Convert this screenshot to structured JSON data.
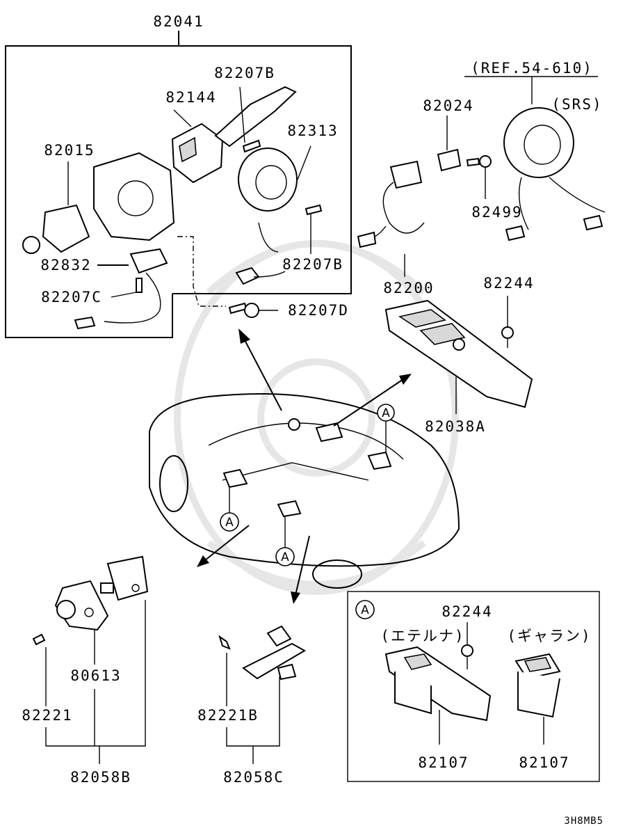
{
  "diagram": {
    "labels": {
      "p82041": "82041",
      "p82207B_top": "82207B",
      "p82144": "82144",
      "p82313": "82313",
      "p82015": "82015",
      "p82832": "82832",
      "p82207C": "82207C",
      "p82207B_mid": "82207B",
      "p82207D": "82207D",
      "ref": "(REF.54-610)",
      "srs": "(SRS)",
      "p82024": "82024",
      "p82499": "82499",
      "p82200": "82200",
      "p82244_top": "82244",
      "p82038A": "82038A",
      "p80613": "80613",
      "p82221": "82221",
      "p82058B": "82058B",
      "p82221B": "82221B",
      "p82058C": "82058C",
      "p82244_inset": "82244",
      "eterna": "(エテルナ)",
      "galant": "(ギャラン)",
      "p82107_left": "82107",
      "p82107_right": "82107",
      "code": "3H8MB5"
    },
    "tags": {
      "a_car_right": "A",
      "a_car_left": "A",
      "a_car_center": "A",
      "a_inset": "A"
    }
  }
}
